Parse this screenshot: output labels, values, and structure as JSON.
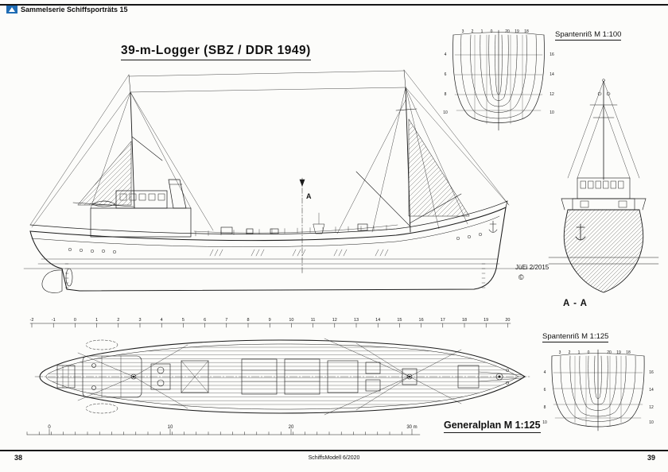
{
  "header": {
    "series_title": "Sammelserie Schiffsporträts 15"
  },
  "drawing": {
    "title": "39-m-Logger (SBZ / DDR 1949)",
    "credit": "JüEi 2/2015",
    "copyright": "©",
    "section_marker": "A",
    "section_label": "A - A"
  },
  "body_plan_100": {
    "title": "Spantenriß  M 1:100",
    "labels_top": [
      "3",
      "2",
      "1",
      "0",
      "20",
      "19",
      "18"
    ],
    "labels_left": [
      "4",
      "6",
      "8",
      "10"
    ],
    "labels_right": [
      "16",
      "14",
      "12",
      "10"
    ]
  },
  "body_plan_125": {
    "title": "Spantenriß  M 1:125",
    "labels_top": [
      "3",
      "2",
      "1",
      "0",
      "20",
      "19",
      "18"
    ],
    "labels_left": [
      "4",
      "6",
      "8",
      "10"
    ],
    "labels_right": [
      "16",
      "14",
      "12",
      "10"
    ]
  },
  "general_plan": {
    "title": "Generalplan  M 1:125"
  },
  "station_ruler": {
    "numbers": [
      "-2",
      "-1",
      "0",
      "1",
      "2",
      "3",
      "4",
      "5",
      "6",
      "7",
      "8",
      "9",
      "10",
      "11",
      "12",
      "13",
      "14",
      "15",
      "16",
      "17",
      "18",
      "19",
      "20"
    ]
  },
  "scale_bar": {
    "labels": [
      "0",
      "10",
      "20",
      "30 m"
    ]
  },
  "footer": {
    "page_left": "38",
    "journal": "SchiffsModell  6/2020",
    "page_right": "39"
  }
}
